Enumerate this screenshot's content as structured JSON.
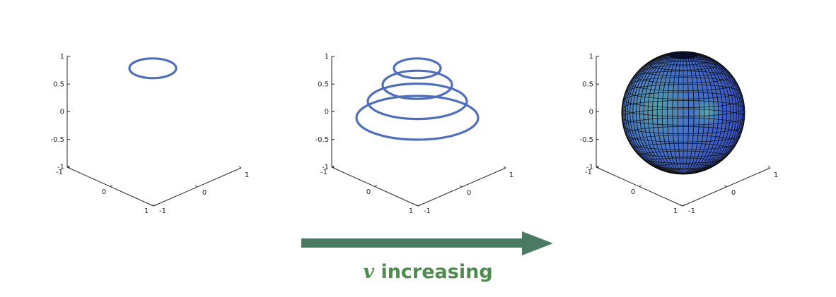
{
  "panels": [
    {
      "z_ticks": [
        "1",
        "0.5",
        "0",
        "-0.5",
        "-1"
      ],
      "left_axis_ticks": [
        "-1",
        "0",
        "1"
      ],
      "right_axis_ticks": [
        "-1",
        "0",
        "1"
      ],
      "content": "rings",
      "ring_heights": [
        0.9
      ]
    },
    {
      "z_ticks": [
        "1",
        "0.5",
        "0",
        "-0.5",
        "-1"
      ],
      "left_axis_ticks": [
        "-1",
        "0",
        "1"
      ],
      "right_axis_ticks": [
        "-1",
        "0",
        "1"
      ],
      "content": "rings",
      "ring_heights": [
        0.9,
        0.6,
        0.3,
        0.0
      ]
    },
    {
      "z_ticks": [
        "1",
        "0.5",
        "0",
        "-0.5",
        "-1"
      ],
      "left_axis_ticks": [
        "-1",
        "0",
        "1"
      ],
      "right_axis_ticks": [
        "-1",
        "0",
        "1"
      ],
      "content": "sphere",
      "ring_heights": []
    }
  ],
  "ring_color": "#4f6fba",
  "sphere_color": "#3f5bd0",
  "arrow_color": "#4a7a62",
  "label": {
    "variable": "v",
    "text": "increasing"
  },
  "label_color": "#4f8a4f"
}
